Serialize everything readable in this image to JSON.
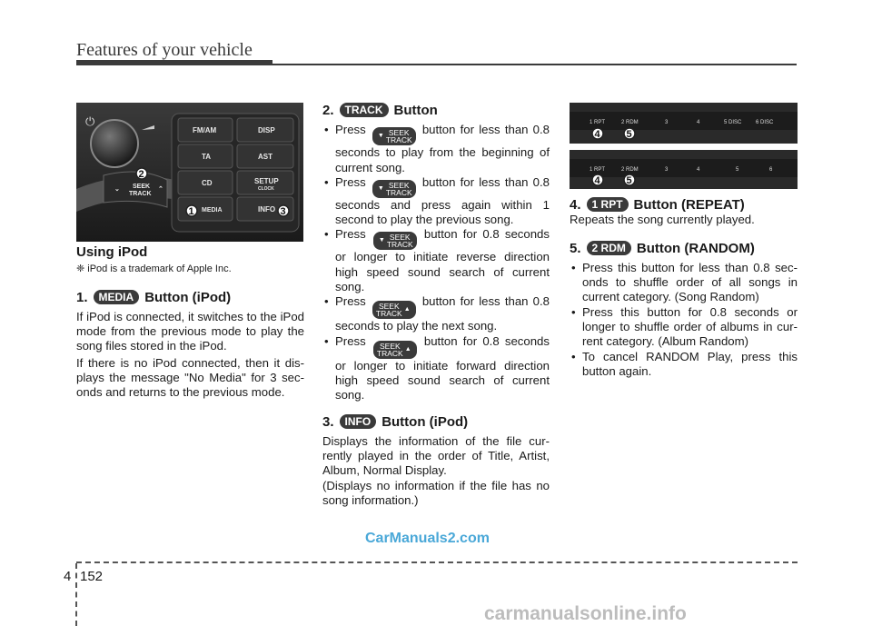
{
  "header": {
    "title": "Features of your vehicle"
  },
  "panel_image": {
    "buttons": [
      "FM/AM",
      "DISP",
      "TA",
      "AST",
      "CD",
      "SETUP",
      "MEDIA",
      "INFO"
    ],
    "setup_sub": "CLOCK",
    "seek_label_1": "SEEK",
    "seek_label_2": "TRACK",
    "callouts": [
      "1",
      "2",
      "3"
    ]
  },
  "strip_top": {
    "buttons": [
      "1 RPT",
      "2 RDM",
      "3",
      "4",
      "5 DISC",
      "6 DISC"
    ],
    "callouts": [
      "4",
      "5"
    ]
  },
  "strip_bottom": {
    "buttons": [
      "1 RPT",
      "2 RDM",
      "3",
      "4",
      "5",
      "6"
    ],
    "callouts": [
      "4",
      "5"
    ]
  },
  "col1": {
    "heading": "Using iPod",
    "note": "❈ iPod is a trademark of Apple Inc.",
    "s1_num": "1.",
    "s1_badge": "MEDIA",
    "s1_title": "Button (iPod)",
    "p1": "If iPod is connected, it switches to the iPod mode from the previous mode to play the song files stored in the iPod.",
    "p2": "If there is no iPod connected, then it dis-plays the message \"No Media\" for 3 sec-onds and returns to the previous mode."
  },
  "col2": {
    "s2_num": "2.",
    "s2_badge": "TRACK",
    "s2_title": "Button",
    "seek_top": "SEEK",
    "seek_bottom": "TRACK",
    "press": "Press",
    "b1_rest": "button for less than 0.8 seconds to play from the beginning of current song.",
    "b2_rest": "button for less than 0.8 seconds and press again within 1 second to play the previous song.",
    "b3_rest": "button for 0.8 seconds or longer to initiate reverse direction high speed sound search of current song.",
    "b4_rest": "button for less than 0.8 seconds to play the next song.",
    "b5_rest": "button for 0.8 seconds or longer to initiate forward direction high speed sound search of current song.",
    "s3_num": "3.",
    "s3_badge": "INFO",
    "s3_title": "Button (iPod)",
    "p3": "Displays the information of the file cur-rently played in the order of Title, Artist, Album, Normal Display.",
    "p4": "(Displays no information if the file has no song information.)"
  },
  "col3": {
    "s4_num": "4.",
    "s4_badge": "1 RPT",
    "s4_title": "Button (REPEAT)",
    "p5": "Repeats the song currently played.",
    "s5_num": "5.",
    "s5_badge": "2 RDM",
    "s5_title": "Button (RANDOM)",
    "b6": "Press this button for less than 0.8 sec-onds to shuffle order of all songs in current category. (Song Random)",
    "b7": "Press this button for 0.8 seconds or longer to shuffle order of albums in cur-rent category. (Album Random)",
    "b8": "To cancel RANDOM Play, press this button again."
  },
  "footer": {
    "chapter": "4",
    "page": "152"
  },
  "watermarks": {
    "site1": "CarManuals2.com",
    "site2": "carmanualsonline.info"
  }
}
